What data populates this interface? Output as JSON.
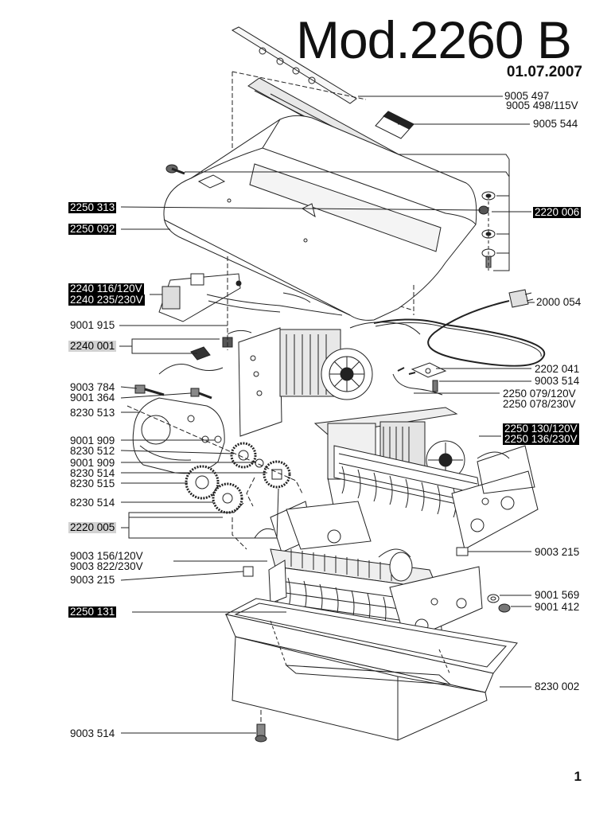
{
  "header": {
    "model": "Mod.2260 B",
    "date": "01.07.2007"
  },
  "page_number": "1",
  "parts": {
    "p9005_497": "9005 497",
    "p9005_498": "9005 498/115V",
    "p9005_544": "9005 544",
    "p2250_313": "2250 313",
    "p2220_006": "2220 006",
    "p2250_092": "2250 092",
    "p2240_116": "2240 116/120V",
    "p2240_235": "2240 235/230V",
    "p2000_054": "2000 054",
    "p9001_915": "9001 915",
    "p2240_001": "2240 001",
    "p2202_041": "2202 041",
    "p9003_514a": "9003 514",
    "p9003_784": "9003 784",
    "p9001_364": "9001 364",
    "p2250_079": "2250 079/120V",
    "p2250_078": "2250 078/230V",
    "p8230_513": "8230 513",
    "p2250_130": "2250 130/120V",
    "p2250_136": "2250 136/230V",
    "p9001_909a": "9001 909",
    "p8230_512": "8230 512",
    "p9001_909b": "9001 909",
    "p8230_514a": "8230 514",
    "p8230_515": "8230 515",
    "p8230_514b": "8230 514",
    "p2220_005": "2220 005",
    "p9003_156": "9003 156/120V",
    "p9003_822": "9003 822/230V",
    "p9003_215a": "9003 215",
    "p9003_215b": "9003 215",
    "p9001_569": "9001 569",
    "p9001_412": "9001 412",
    "p2250_131": "2250 131",
    "p8230_002": "8230 002",
    "p9003_514b": "9003 514"
  },
  "colors": {
    "ink": "#111111",
    "highlight": "#000000",
    "highlight_text": "#ffffff",
    "tint": "#d2d2d2"
  }
}
